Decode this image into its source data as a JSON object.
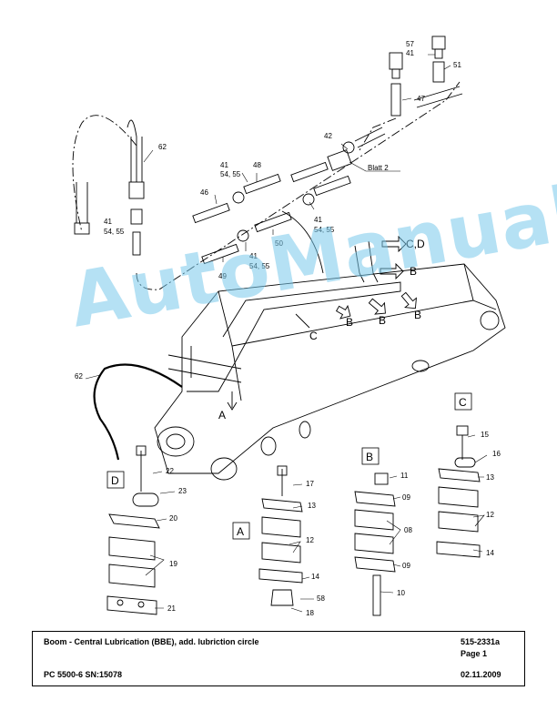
{
  "callouts": {
    "c62a": "62",
    "c41a": "41",
    "c5455a": "54, 55",
    "c57": "57",
    "c41b": "41",
    "c51": "51",
    "c47": "47",
    "c42": "42",
    "blatt": "Blatt 2",
    "c41c": "41",
    "c5455c": "54, 55",
    "c48": "48",
    "c46": "46",
    "c41d": "41",
    "c5455d": "54, 55",
    "c41e": "41",
    "c5455e": "54, 55",
    "c50": "50",
    "c49": "49",
    "c62b": "62",
    "c22": "22",
    "c23": "23",
    "c20": "20",
    "c19": "19",
    "c21": "21",
    "c17": "17",
    "c13a": "13",
    "c12a": "12",
    "c14a": "14",
    "c58": "58",
    "c18": "18",
    "c11": "11",
    "c09a": "09",
    "c08": "08",
    "c09b": "09",
    "c10": "10",
    "c15": "15",
    "c16": "16",
    "c13b": "13",
    "c12b": "12",
    "c14b": "14"
  },
  "detail_letters": {
    "a_arrow": "A",
    "b1": "B",
    "b2": "B",
    "b3": "B",
    "b4": "B",
    "c_arrow": "C",
    "cd": "C,D",
    "box_d": "D",
    "box_a": "A",
    "box_b": "B",
    "box_c": "C"
  },
  "watermark": "AutoManual",
  "footer": {
    "title": "Boom - Central Lubrication (BBE), add. lubriction circle",
    "doc_number": "515-2331a",
    "page": "Page 1",
    "model": "PC 5500-6 SN:15078",
    "date": "02.11.2009"
  }
}
